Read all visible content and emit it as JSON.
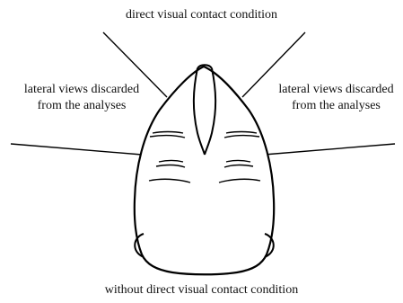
{
  "diagram": {
    "top_label": "direct visual contact condition",
    "bottom_label": "without direct visual contact condition",
    "left_label": {
      "line1": "lateral views discarded",
      "line2": "from the analyses"
    },
    "right_label": {
      "line1": "lateral views discarded",
      "line2": "from the analyses"
    },
    "line_color": "#000000",
    "background_color": "#ffffff"
  }
}
